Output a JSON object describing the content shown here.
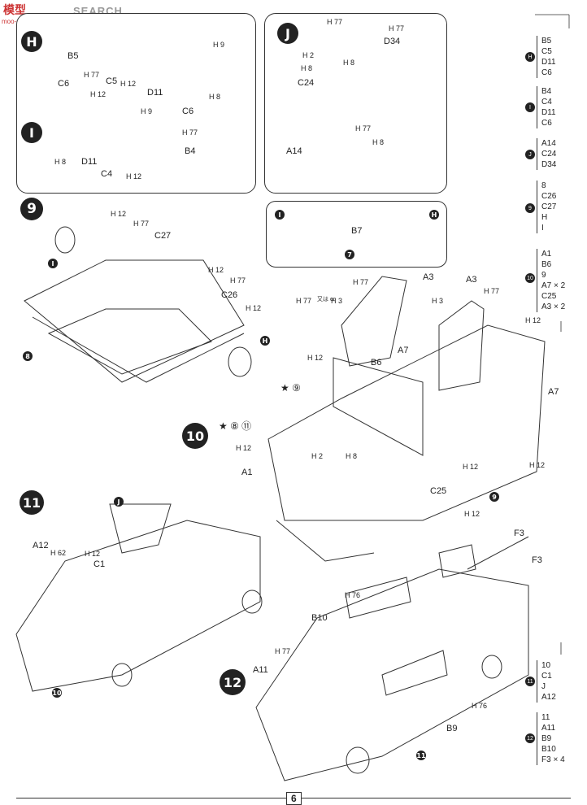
{
  "watermark": {
    "brand": "模型",
    "domain": "SEARCH",
    "site": "moo-shop.com"
  },
  "page_number": "6",
  "panels": {
    "H": {
      "badge": "H",
      "parts": [
        "B5",
        "C5",
        "D11",
        "C6"
      ],
      "paint": [
        "H 77",
        "H 12",
        "H 9",
        "H 8"
      ]
    },
    "I": {
      "badge": "I",
      "parts": [
        "C6",
        "D11",
        "C4",
        "B4"
      ],
      "paint": [
        "H 12",
        "H 9",
        "H 77",
        "H 8",
        "H 12"
      ]
    },
    "J": {
      "badge": "J",
      "parts": [
        "D34",
        "C24",
        "A14"
      ],
      "paint": [
        "H 77",
        "H 77",
        "H 2",
        "H 8",
        "H 8",
        "H 77",
        "H 8"
      ]
    }
  },
  "steps": {
    "s9": {
      "badge": "9",
      "parts": [
        "C27",
        "C26"
      ],
      "paint": [
        "H 12",
        "H 77",
        "H 12",
        "H 77",
        "H 12"
      ]
    },
    "s9inset": {
      "part": "B7"
    },
    "s10": {
      "badge": "10",
      "parts": [
        "A3",
        "A3",
        "A7",
        "A7",
        "B6",
        "A1",
        "C25"
      ],
      "or_text": "又は or",
      "paint": [
        "H 77",
        "H 77",
        "H 3",
        "H 77",
        "H 3",
        "H 12",
        "H 12",
        "H 12",
        "H 2",
        "H 8",
        "H 12",
        "H 12",
        "H 12"
      ]
    },
    "s11": {
      "badge": "11",
      "parts": [
        "A12",
        "C1"
      ],
      "paint": [
        "H 62",
        "H 12"
      ]
    },
    "s12": {
      "badge": "12",
      "parts": [
        "F3",
        "F3",
        "B10",
        "A11",
        "B9"
      ],
      "paint": [
        "H 76",
        "H 77",
        "H 76"
      ]
    }
  },
  "sidebar": [
    {
      "step": "H",
      "items": [
        "B5",
        "C5",
        "D11",
        "C6"
      ]
    },
    {
      "step": "I",
      "items": [
        "B4",
        "C4",
        "D11",
        "C6"
      ]
    },
    {
      "step": "J",
      "items": [
        "A14",
        "C24",
        "D34"
      ]
    },
    {
      "step": "9",
      "items": [
        "8",
        "C26",
        "C27",
        "H",
        "I"
      ]
    },
    {
      "step": "10",
      "items": [
        "A1",
        "B6",
        "9",
        "A7 × 2",
        "C25",
        "A3 × 2"
      ]
    },
    {
      "step": "11",
      "items": [
        "10",
        "C1",
        "J",
        "A12"
      ]
    },
    {
      "step": "12",
      "items": [
        "11",
        "A11",
        "B9",
        "B10",
        "F3 × 4"
      ]
    }
  ]
}
